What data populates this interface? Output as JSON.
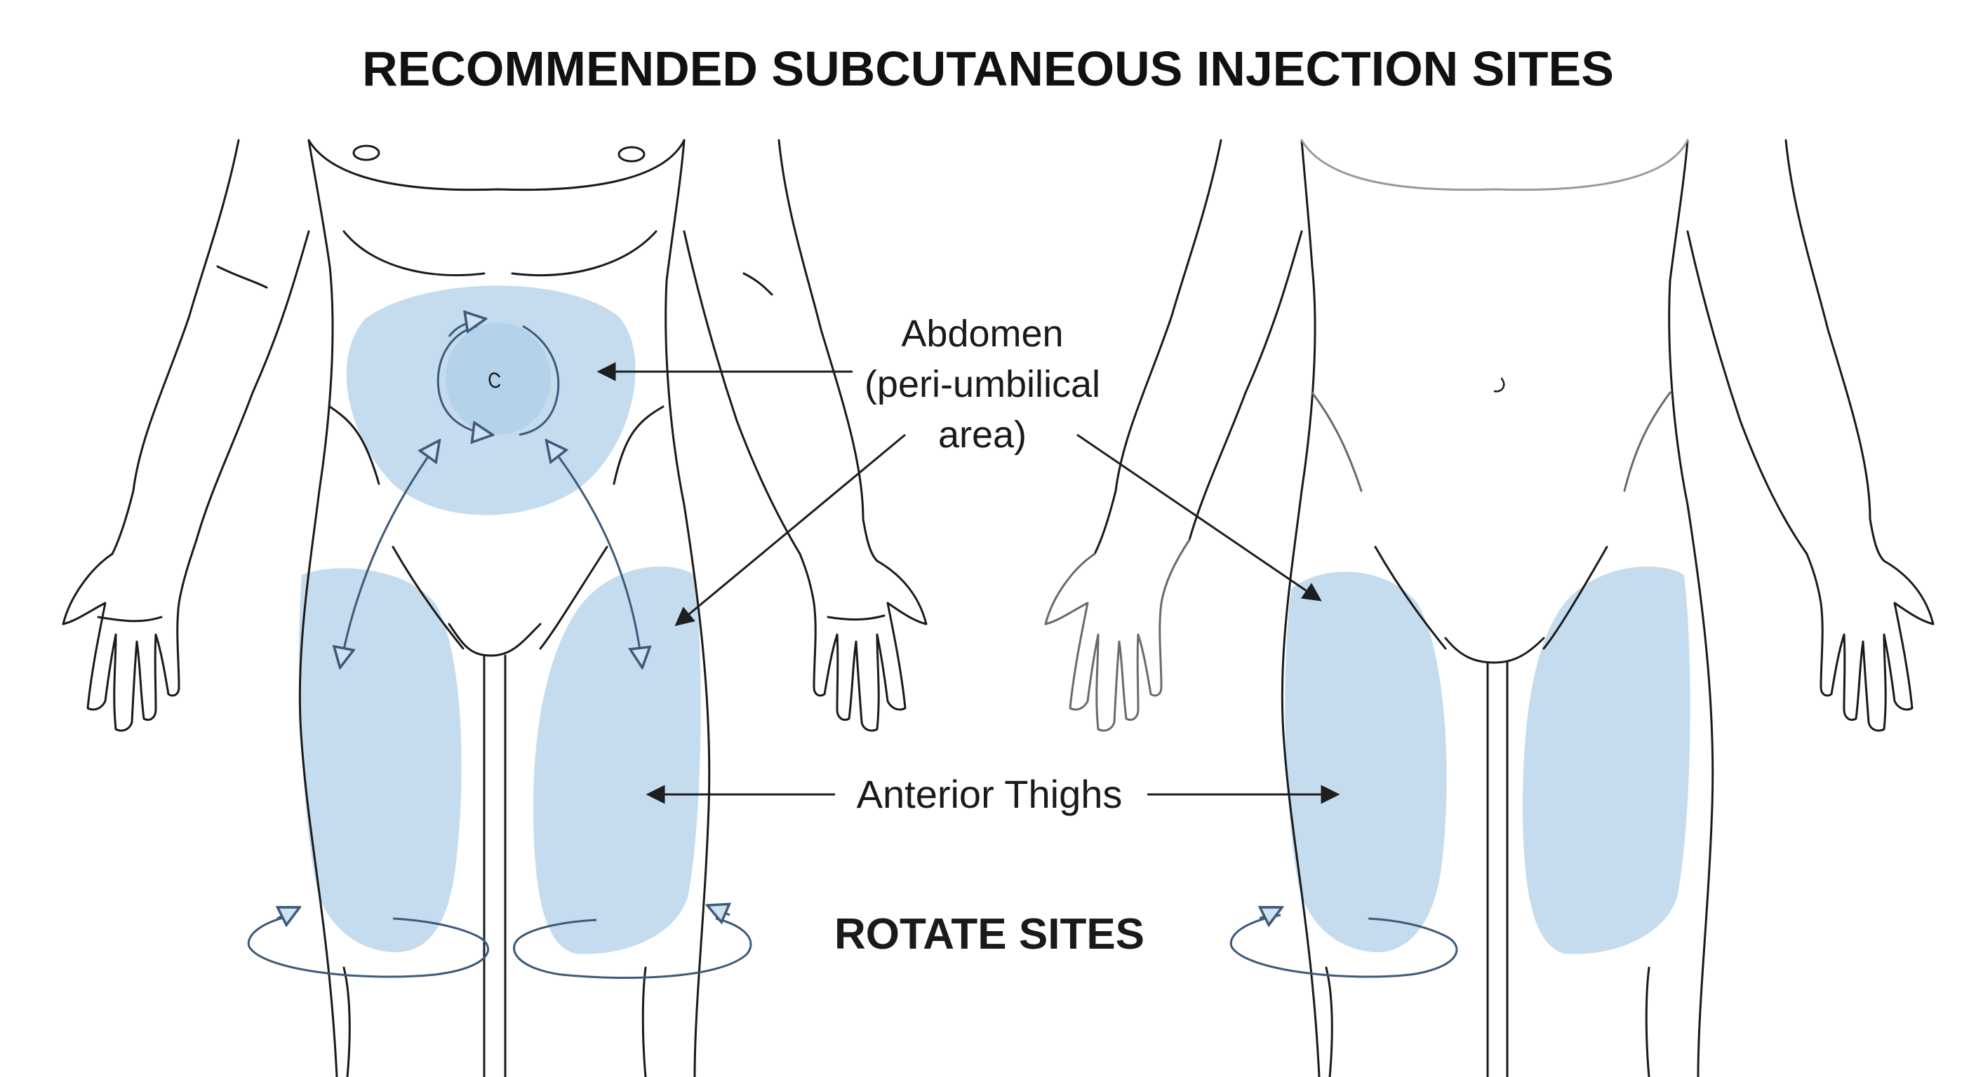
{
  "title": "RECOMMENDED SUBCUTANEOUS INJECTION SITES",
  "labels": {
    "abdomen": "Abdomen\n(peri-umbilical\narea)",
    "thighs": "Anterior Thighs",
    "rotate": "ROTATE SITES"
  },
  "colors": {
    "outline": "#1a1a1a",
    "faint_outline": "#9a9a9a",
    "site_fill": "#c5dcee",
    "site_fill_dark": "#b4d2ea",
    "arrow": "#1e1e1e",
    "rotation_arrow": "#3d5a7a"
  }
}
